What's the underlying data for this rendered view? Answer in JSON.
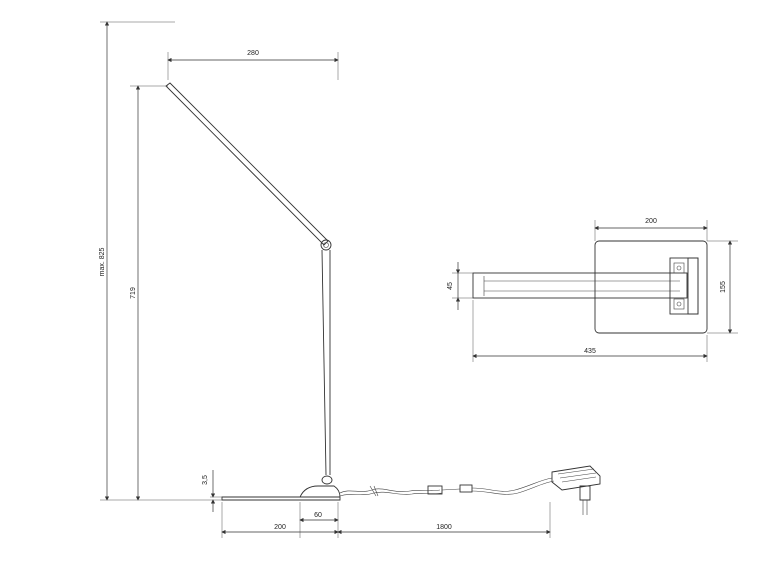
{
  "drawing": {
    "dimensions": {
      "max_height": "max. 825",
      "height": "719",
      "arm_reach": "280",
      "base_thickness": "3,5",
      "base_length": "200",
      "stem_offset": "60",
      "cable_length": "1800",
      "top_view_width": "200",
      "top_view_total_length": "435",
      "top_view_arm_width": "45",
      "top_view_depth": "155"
    },
    "colors": {
      "line": "#333333",
      "background": "#ffffff"
    }
  }
}
